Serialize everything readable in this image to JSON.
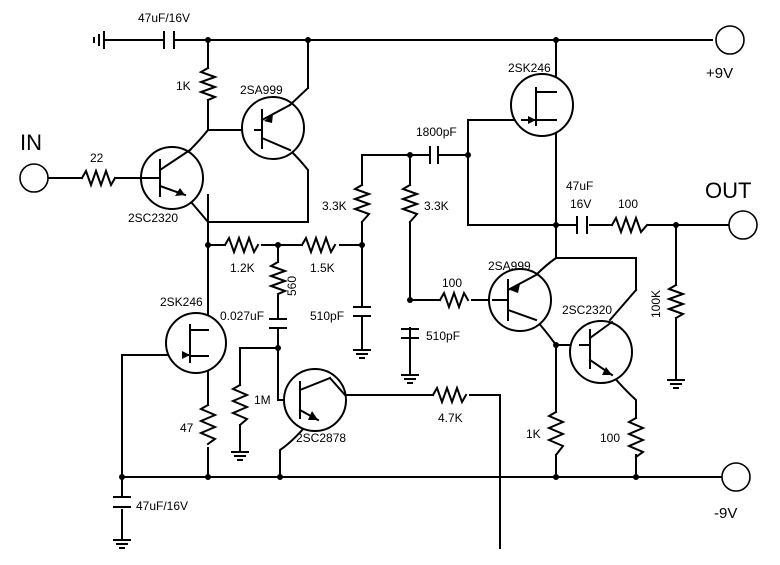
{
  "terminals": {
    "in": "IN",
    "out": "OUT",
    "vplus": "+9V",
    "vminus": "-9V"
  },
  "components": {
    "c_top": "47uF/16V",
    "r_1k_top": "1K",
    "q_2sa999_top": "2SA999",
    "r_22": "22",
    "q_2sc2320_left": "2SC2320",
    "r_1_2k": "1.2K",
    "r_1_5k": "1.5K",
    "r_560": "560",
    "c_0027": "0.027uF",
    "q_2sk246_left": "2SK246",
    "r_47": "47",
    "c_bottom": "47uF/16V",
    "r_1m": "1M",
    "q_2sc2878": "2SC2878",
    "r_4_7k": "4.7K",
    "r_3_3k_a": "3.3K",
    "r_3_3k_b": "3.3K",
    "c_510_a": "510pF",
    "c_510_b": "510pF",
    "c_1800": "1800pF",
    "q_2sk246_right": "2SK246",
    "c_47uf_out": "47uF",
    "c_16v_out": "16V",
    "r_100_out": "100",
    "r_100k": "100K",
    "q_2sa999_right": "2SA999",
    "r_100_base": "100",
    "q_2sc2320_right": "2SC2320",
    "r_1k_bottom": "1K",
    "r_100_bottom": "100"
  }
}
